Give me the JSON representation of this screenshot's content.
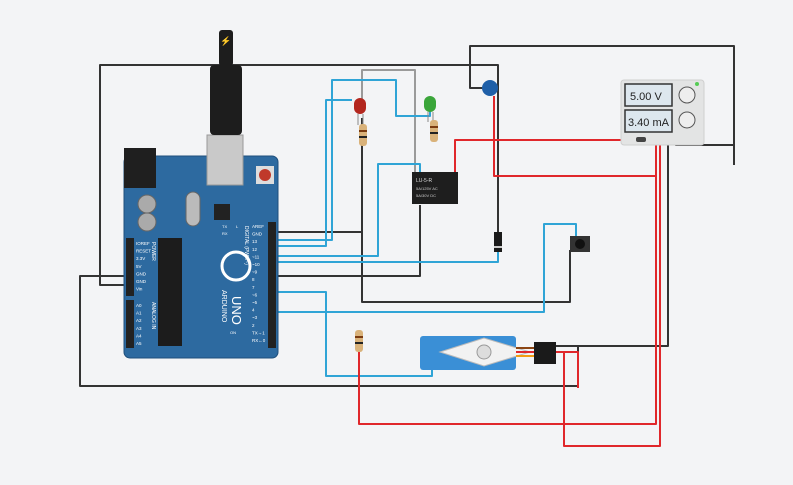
{
  "arduino": {
    "brand": "ARDUINO",
    "model": "UNO",
    "digital_label": "DIGITAL (PWM~)",
    "analog_label": "ANALOG IN",
    "power_label": "POWER",
    "leds": [
      "TX",
      "RX",
      "L",
      "ON"
    ],
    "digital_pins": [
      "AREF",
      "GND",
      "13",
      "12",
      "~11",
      "~10",
      "~9",
      "8",
      "7",
      "~6",
      "~5",
      "4",
      "~3",
      "2",
      "TX→1",
      "RX←0"
    ],
    "power_pins": [
      "IOREF",
      "RESET",
      "3.3V",
      "5V",
      "GND",
      "GND",
      "Vin"
    ],
    "analog_pins": [
      "A0",
      "A1",
      "A2",
      "A3",
      "A4",
      "A5"
    ]
  },
  "power_supply": {
    "voltage": "5.00 V",
    "current": "3.40 mA"
  },
  "relay": {
    "model": "LU-5-R",
    "specs": [
      "5A/125V AC",
      "5A/30V DC"
    ]
  },
  "colors": {
    "background": "#f3f4f6",
    "board": "#2d6aa0",
    "wire_blue": "#2fa4d6",
    "wire_red": "#e0272b",
    "wire_black": "#333333",
    "wire_gray": "#9a9a9a",
    "led_red": "#b3271f",
    "led_green": "#3aa53a",
    "capacitor": "#1f5fa8",
    "servo": "#3a8fd6"
  }
}
